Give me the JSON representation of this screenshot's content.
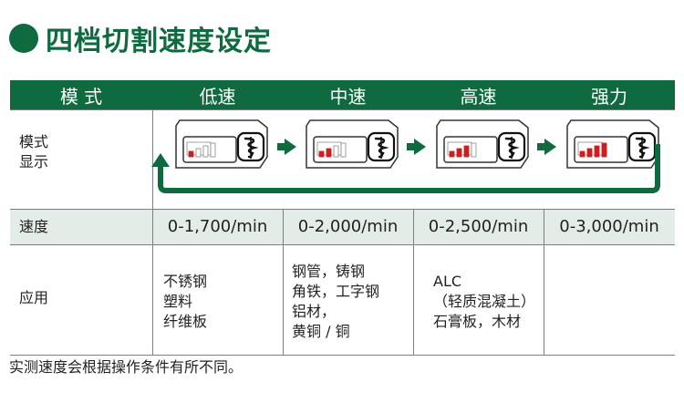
{
  "title": "四档切割速度设定",
  "colors": {
    "brand_green": "#0f6a3f",
    "red_bar": "#cc1f1f",
    "row_tint": "#e4ece7"
  },
  "table": {
    "headers": [
      "模 式",
      "低速",
      "中速",
      "高速",
      "强力"
    ],
    "row_mode_label": [
      "模式",
      "显示"
    ],
    "row_speed_label": "速度",
    "speeds": [
      "0-1,700/min",
      "0-2,000/min",
      "0-2,500/min",
      "0-3,000/min"
    ],
    "row_app_label": "应用",
    "applications": [
      [
        "不锈钢",
        "塑料",
        "纤维板"
      ],
      [
        "钢管，铸钢",
        "角铁，工字钢",
        "铝材，",
        "黄铜 / 铜"
      ],
      [
        "ALC",
        "（轻质混凝土）",
        "石膏板，木材"
      ]
    ]
  },
  "mode_display": {
    "icons": [
      "battery-icon",
      "drill-icon",
      "arrow-right-icon",
      "return-loop-arrow-icon"
    ],
    "levels": [
      1,
      2,
      3,
      4
    ],
    "level_max": 4
  },
  "footer": "实测速度会根据操作条件有所不同。"
}
